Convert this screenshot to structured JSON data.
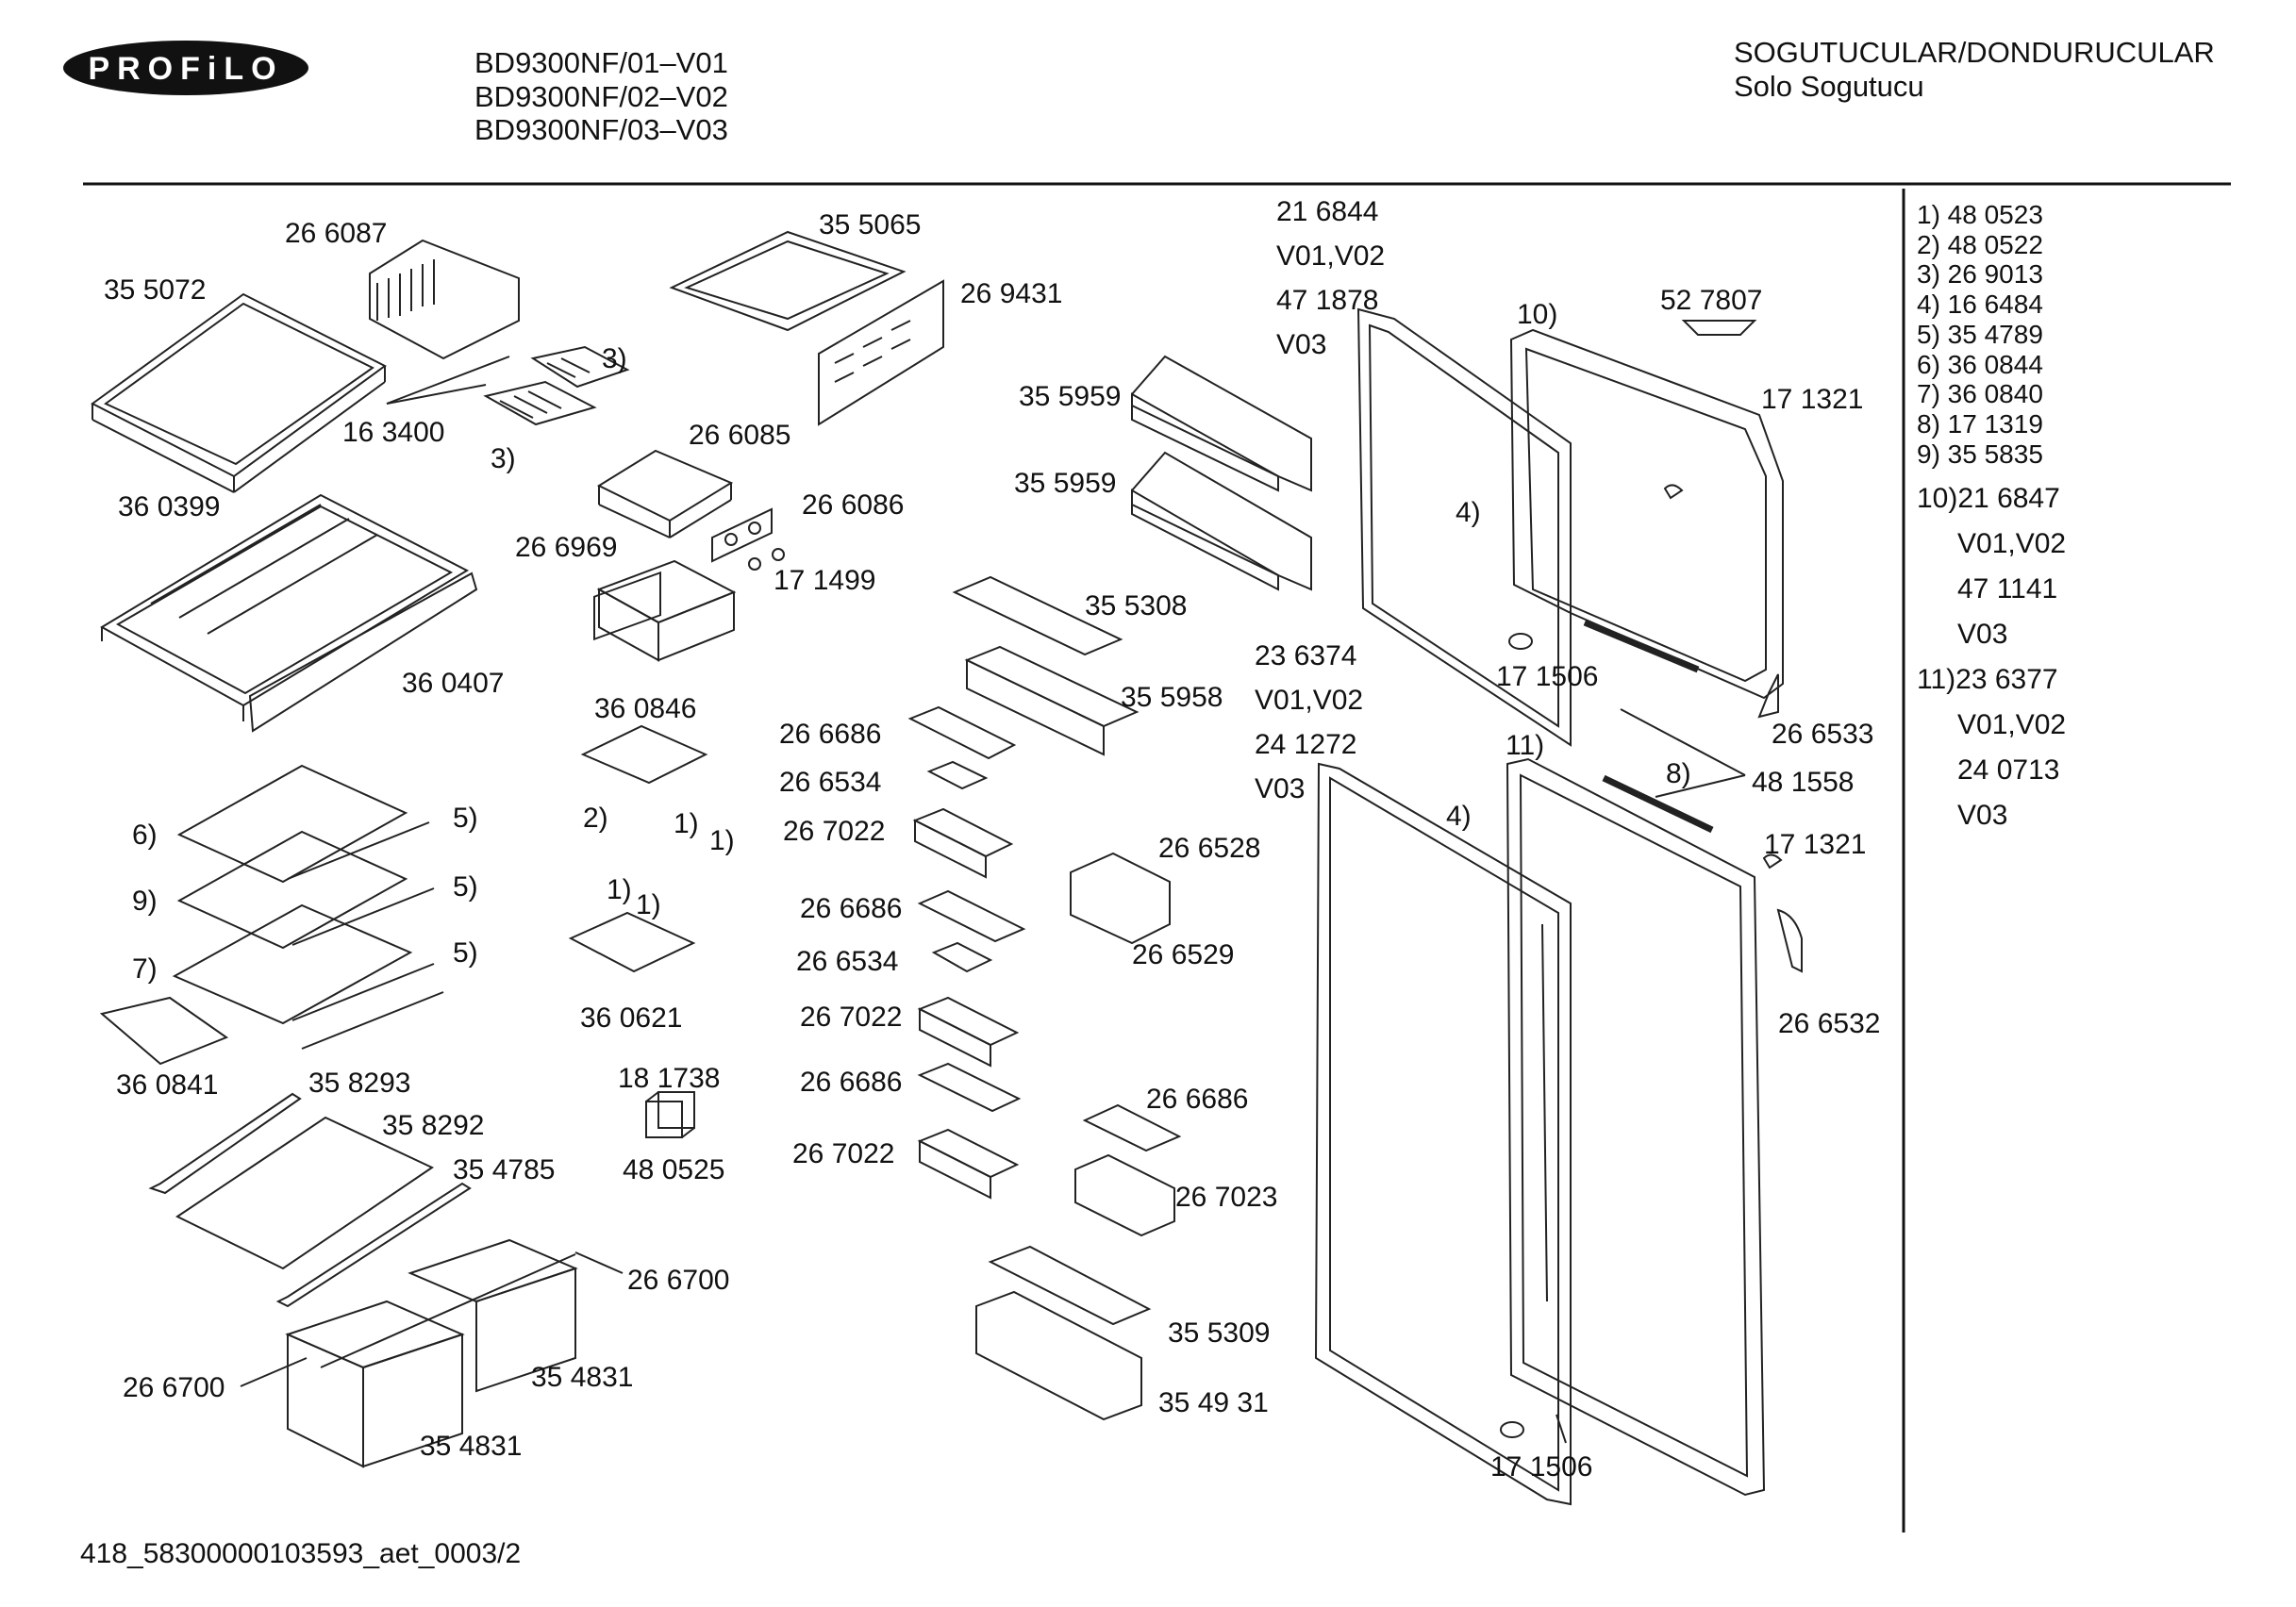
{
  "header": {
    "brand": "PROFiLO",
    "models": [
      "BD9300NF/01–V01",
      "BD9300NF/02–V02",
      "BD9300NF/03–V03"
    ],
    "category": "SOGUTUCULAR/DONDURUCULAR",
    "subcategory": "Solo Sogutucu"
  },
  "parts": [
    "26 6087",
    "35 5065",
    "35 5072",
    "26 9431",
    "3)",
    "16 3400",
    "26 6085",
    "3)",
    "36 0399",
    "26 6086",
    "26 6969",
    "17 1499",
    "36 0407",
    "35 5308",
    "35 5958",
    "36 0846",
    "26 6686",
    "26 6534",
    "26 7022",
    "6)",
    "5)",
    "2)",
    "1)",
    "1)",
    "9)",
    "5)",
    "1)",
    "1)",
    "7)",
    "5)",
    "36 0621",
    "36 0841",
    "35 8293",
    "18 1738",
    "35 8292",
    "35 4785",
    "48 0525",
    "26 6686",
    "26 6534",
    "26 7022",
    "26 6686",
    "26 7022",
    "26 6528",
    "26 6529",
    "26 6686",
    "26 7023",
    "26 6700",
    "35 5309",
    "26 6700",
    "35 4831",
    "35 4831",
    "35 49 31",
    "35 5959",
    "35 5959",
    "21 6844",
    "V01,V02",
    "47 1878",
    "V03",
    "10)",
    "52 7807",
    "17 1321",
    "4)",
    "23 6374",
    "V01,V02",
    "24 1272",
    "V03",
    "17 1506",
    "26 6533",
    "11)",
    "8)",
    "48 1558",
    "4)",
    "17 1321",
    "26 6532",
    "17 1506"
  ],
  "legend": {
    "lines": [
      "1) 48 0523",
      "2) 48 0522",
      "3) 26 9013",
      "4) 16 6484",
      "5) 35 4789",
      "6) 36 0844",
      "7) 36 0840",
      "8) 17 1319",
      "9) 35 5835"
    ],
    "group10": [
      "10)21 6847",
      "V01,V02",
      "47 1141",
      "V03"
    ],
    "group11": [
      "11)23 6377",
      "V01,V02",
      "24 0713",
      "V03"
    ]
  },
  "footer": {
    "code": "418_58300000103593_aet_0003/2"
  }
}
